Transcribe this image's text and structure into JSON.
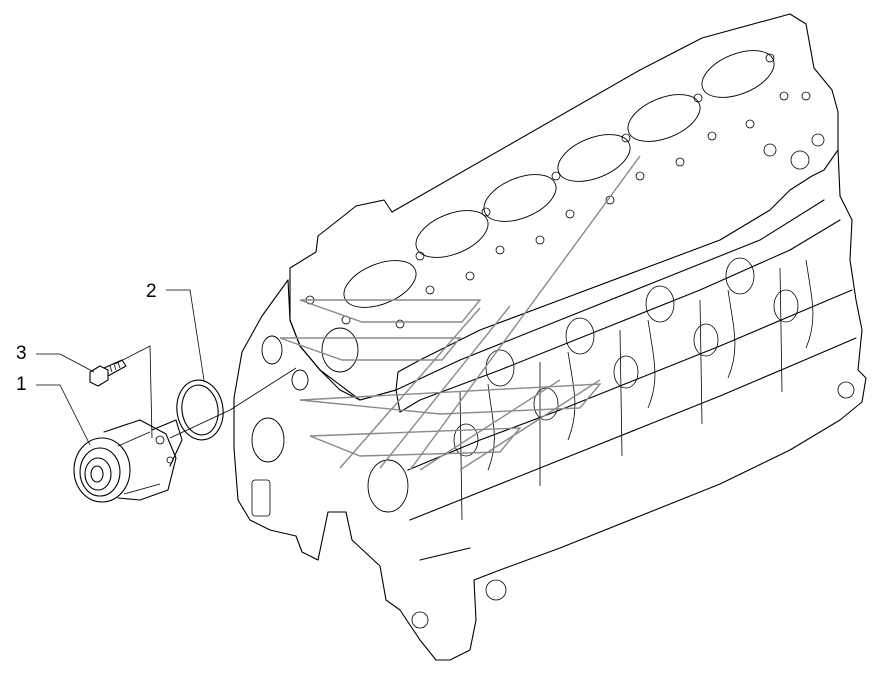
{
  "callouts": [
    {
      "id": "1",
      "label": "1"
    },
    {
      "id": "2",
      "label": "2"
    },
    {
      "id": "3",
      "label": "3"
    }
  ],
  "colors": {
    "line": "#000000",
    "background": "#ffffff",
    "watermark": "#8a8a8a"
  }
}
